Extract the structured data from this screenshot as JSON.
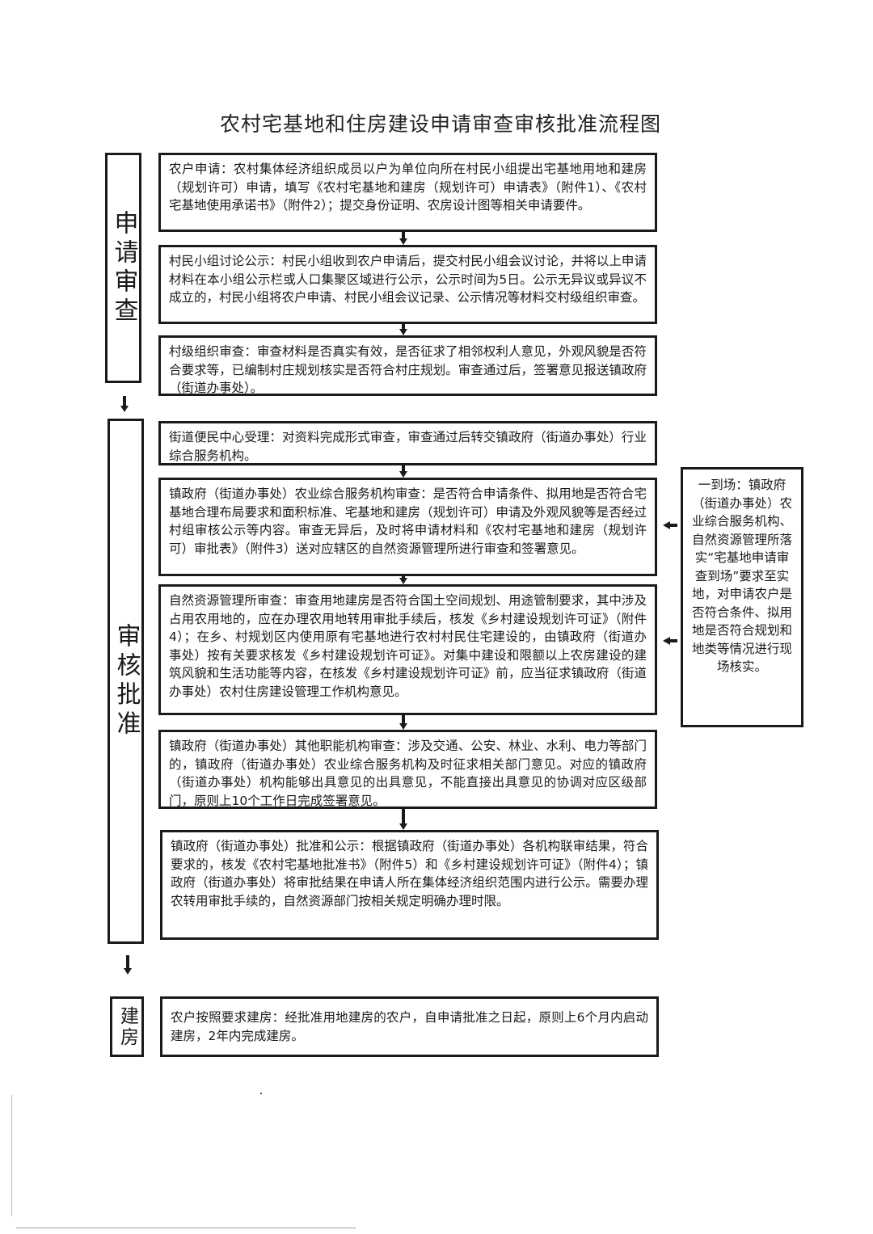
{
  "title": "农村宅基地和住房建设申请审查审核批准流程图",
  "stages": {
    "apply_review": "申请审查",
    "audit_approve": "审核批准",
    "build": "建房"
  },
  "steps": [
    "农户申请：农村集体经济组织成员以户为单位向所在村民小组提出宅基地用地和建房（规划许可）申请，填写《农村宅基地和建房（规划许可）申请表》（附件1）、《农村宅基地使用承诺书》（附件2）；提交身份证明、农房设计图等相关申请要件。",
    "村民小组讨论公示：村民小组收到农户申请后，提交村民小组会议讨论，并将以上申请材料在本小组公示栏或人口集聚区域进行公示，公示时间为5日。公示无异议或异议不成立的，村民小组将农户申请、村民小组会议记录、公示情况等材料交村级组织审查。",
    "村级组织审查：审查材料是否真实有效，是否征求了相邻权利人意见，外观风貌是否符合要求等，已编制村庄规划核实是否符合村庄规划。审查通过后，签署意见报送镇政府（街道办事处）。",
    "街道便民中心受理：对资料完成形式审查，审查通过后转交镇政府（街道办事处）行业综合服务机构。",
    "镇政府（街道办事处）农业综合服务机构审查：是否符合申请条件、拟用地是否符合宅基地合理布局要求和面积标准、宅基地和建房（规划许可）申请及外观风貌等是否经过村组审核公示等内容。审查无异后，及时将申请材料和《农村宅基地和建房（规划许可）审批表》（附件3）送对应辖区的自然资源管理所进行审查和签署意见。",
    "自然资源管理所审查：审查用地建房是否符合国土空间规划、用途管制要求，其中涉及占用农用地的，应在办理农用地转用审批手续后，核发《乡村建设规划许可证》（附件4）；在乡、村规划区内使用原有宅基地进行农村村民住宅建设的，由镇政府（街道办事处）按有关要求核发《乡村建设规划许可证》。对集中建设和限额以上农房建设的建筑风貌和生活功能等内容，在核发《乡村建设规划许可证》前，应当征求镇政府（街道办事处）农村住房建设管理工作机构意见。",
    "镇政府（街道办事处）其他职能机构审查：涉及交通、公安、林业、水利、电力等部门的，镇政府（街道办事处）农业综合服务机构及时征求相关部门意见。对应的镇政府（街道办事处）机构能够出具意见的出具意见，不能直接出具意见的协调对应区级部门，原则上10个工作日完成签署意见。",
    "镇政府（街道办事处）批准和公示：根据镇政府（街道办事处）各机构联审结果，符合要求的，核发《农村宅基地批准书》（附件5）和《乡村建设规划许可证》（附件4）；镇政府（街道办事处）将审批结果在申请人所在集体经济组织范围内进行公示。需要办理农转用审批手续的，自然资源部门按相关规定明确办理时限。",
    "农户按照要求建房：经批准用地建房的农户，自申请批准之日起，原则上6个月内启动建房，2年内完成建房。"
  ],
  "side_note": "一到场：镇政府（街道办事处）农业综合服务机构、自然资源管理所落实“宅基地申请审查到场”要求至实地，对申请农户是否符合条件、拟用地是否符合规划和地类等情况进行现场核实。"
}
